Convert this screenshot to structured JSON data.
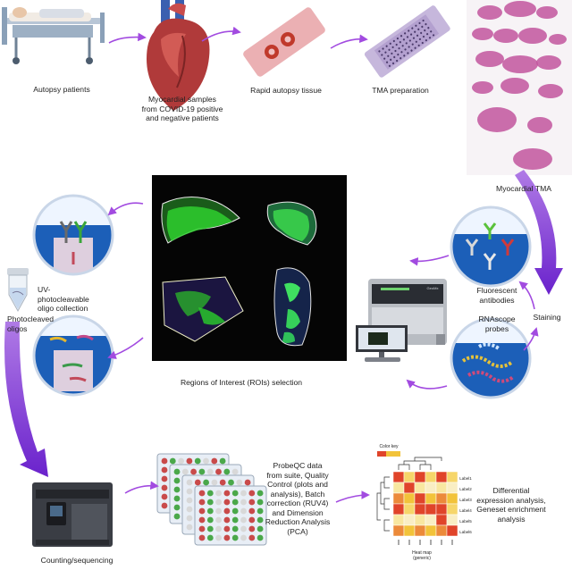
{
  "labels": {
    "autopsy_patients": "Autopsy patients",
    "myocardial_samples": "Myocardial samples from COVID-19 positive and negative patients",
    "rapid_autopsy": "Rapid autopsy tissue",
    "tma_prep": "TMA preparation",
    "myocardial_tma": "Myocardial TMA",
    "fluorescent_antibodies": "Fluorescent antibodies",
    "staining": "Staining",
    "rnascope_probes": "RNAscope probes",
    "roi_selection": "Regions of Interest (ROIs) selection",
    "uv_oligo": "UV-photocleavable oligo collection",
    "photocleaved_oligos": "Photocleaved oligos",
    "counting": "Counting/sequencing",
    "probeqc": "ProbeQC data from suite, Quality Control (plots and analysis), Batch correction (RUV4) and Dimension Reduction Analysis (PCA)",
    "differential": "Differential expression analysis, Geneset enrichment analysis",
    "color_key": "Color key",
    "heatmap_caption": "Heat map (generic)",
    "heatmap_rows": [
      "Label1",
      "Label2",
      "Label3",
      "Label4",
      "Label5",
      "Label6"
    ],
    "instrument_label": "GeoMx"
  },
  "colors": {
    "arrow": "#a24be0",
    "big_arrow": "#7b2fd6",
    "fluor_green": "#3cff3c",
    "tissue_pink": "#c2559e"
  }
}
